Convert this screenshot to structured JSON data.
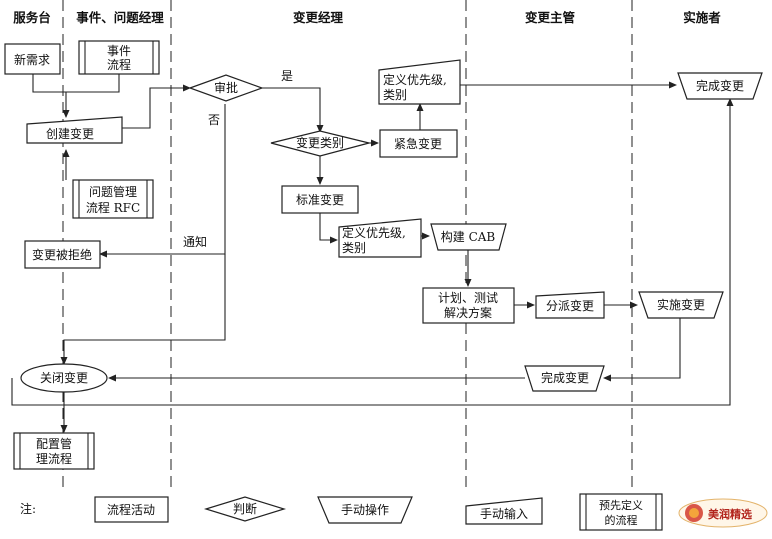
{
  "lanes": [
    "服务台",
    "事件、问题经理",
    "变更经理",
    "变更主管",
    "实施者"
  ],
  "nodes": {
    "new_req": "新需求",
    "incident_flow": [
      "事件",
      "流程"
    ],
    "create_change": "创建变更",
    "problem_flow": [
      "问题管理",
      "流程 RFC"
    ],
    "change_rejected": "变更被拒绝",
    "close_change": "关闭变更",
    "config_flow": [
      "配置管",
      "理流程"
    ],
    "approve": "审批",
    "change_type": "变更类别",
    "emergency_change": "紧急变更",
    "standard_change": "标准变更",
    "define_priority_top": [
      "定义优先级,",
      "类别"
    ],
    "define_priority_mid": [
      "定义优先级,",
      "类别"
    ],
    "build_cab": "构建 CAB",
    "plan_test": [
      "计划、测试",
      "解决方案"
    ],
    "dispatch_change": "分派变更",
    "implement_change": "实施变更",
    "complete_change_mid": "完成变更",
    "complete_change_top": "完成变更"
  },
  "edge_labels": {
    "yes": "是",
    "no": "否",
    "notify": "通知"
  },
  "legend": {
    "prefix": "注:",
    "process_activity": "流程活动",
    "decision": "判断",
    "manual_operation": "手动操作",
    "manual_input": "手动输入",
    "predefined_process": [
      "预先定义",
      "的流程"
    ]
  },
  "watermark": "美润精选"
}
